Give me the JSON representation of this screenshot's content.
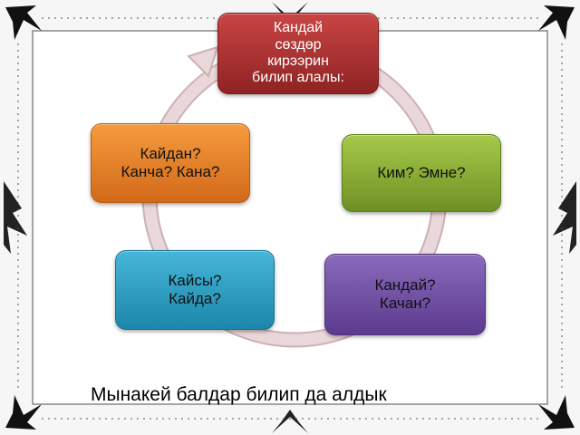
{
  "nodes": {
    "top": "Кандай\nсөздөр\nкирээрин\nбилип алалы:",
    "right": "Ким?  Эмне?",
    "bottom_right": "Кандай?\nКачан?",
    "bottom_left": "Кайсы?\nКайда?",
    "left": "Кайдан?\nКанча?  Кана?"
  },
  "footer_text": "Мынакей  балдар билип да алдык",
  "colors": {
    "top": "#b83535",
    "right": "#8ab33a",
    "bottom_right": "#6f4aa6",
    "bottom_left": "#2aa0c6",
    "left": "#e8832a",
    "ring": "#e2c9cc"
  }
}
